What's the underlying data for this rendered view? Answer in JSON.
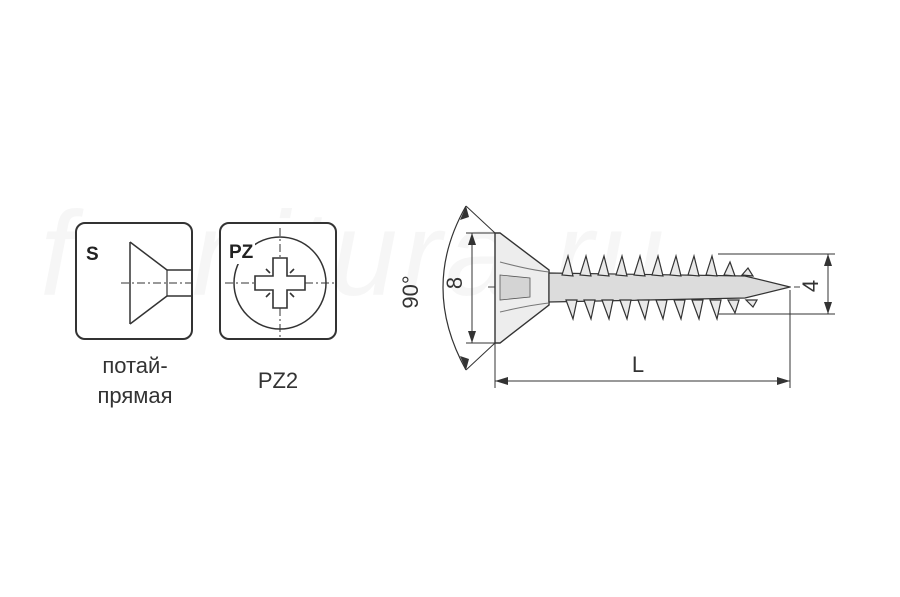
{
  "watermark": "furnitura.ru",
  "head_type": {
    "code": "S",
    "caption_line1": "потай-",
    "caption_line2": "прямая"
  },
  "drive_type": {
    "code": "PZ",
    "caption": "PZ2"
  },
  "dimensions": {
    "angle": "90°",
    "head_diameter": "8",
    "thread_diameter": "4",
    "length": "L"
  }
}
